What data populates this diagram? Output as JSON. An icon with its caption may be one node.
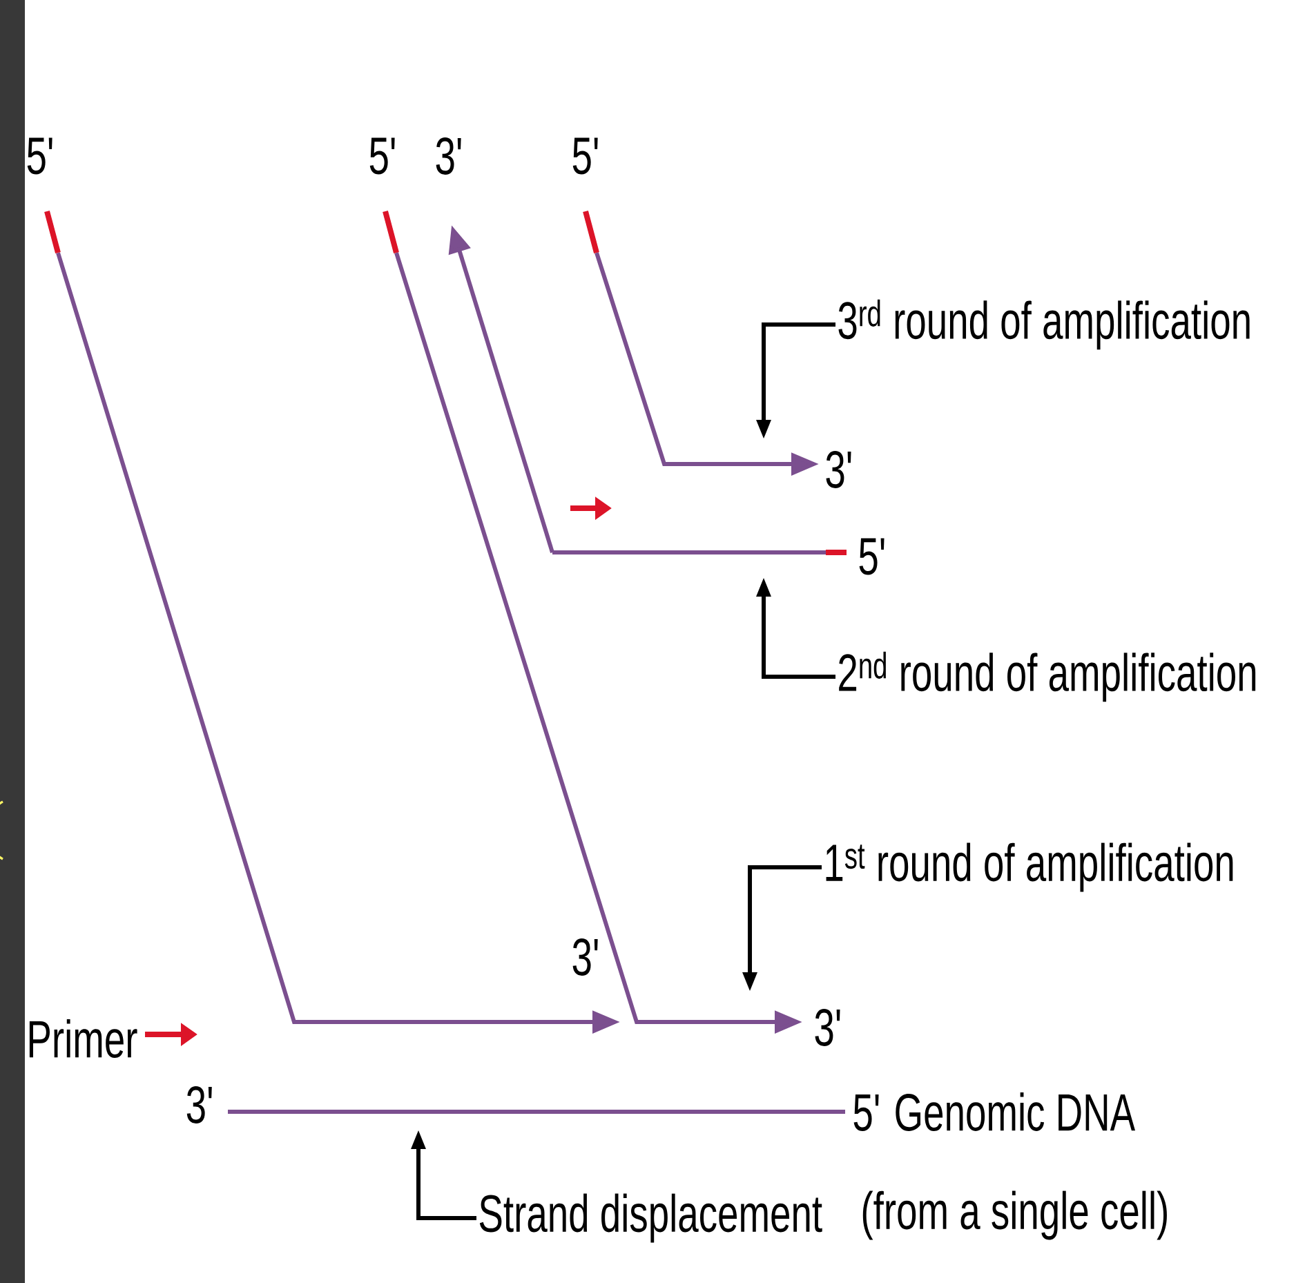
{
  "diagram": {
    "nodes": [
      {
        "text": [
          "3$^{rd}$ round of amplification"
        ]
      },
      {
        "text": [
          "2$^{nd}$ round of amplification"
        ]
      },
      {
        "text": [
          "1$^{st}$ round of amplification"
        ]
      },
      {
        "text": [
          "Strand displacement"
        ]
      }
    ],
    "edges": [
      {
        "from": 0,
        "to": null,
        "arrow": "to"
      },
      {
        "from": 1,
        "to": null,
        "arrow": "to"
      },
      {
        "from": 2,
        "to": null,
        "arrow": "to"
      },
      {
        "from": 3,
        "to": null,
        "arrow": "to"
      }
    ],
    "labels": [
      "5'",
      "5'",
      "3'",
      "5'",
      "3'",
      "5'",
      "3'",
      "Primer",
      "3'",
      "3'",
      "5' Genomic DNA",
      "(from a single cell)"
    ]
  }
}
